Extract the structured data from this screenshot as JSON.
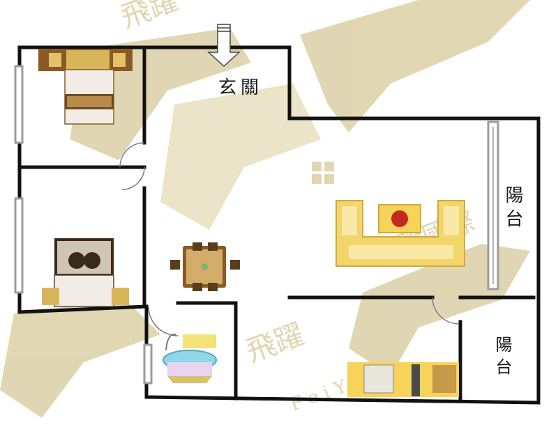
{
  "labels": {
    "entrance": "玄關",
    "balcony_main": "陽台",
    "balcony_service": "陽台"
  },
  "watermark": {
    "brand_cn": "飛躍",
    "brand_cn_2": "飛躍國際",
    "brand_en": "F e i Y u e"
  },
  "colors": {
    "wall": "#111111",
    "watermark": "#d8c99a",
    "sofa": "#f3d66a",
    "sofa_edge": "#d1a93a",
    "rug": "#f6d45a",
    "bed_wood": "#8a5a24",
    "window_frame": "#9c9c9c",
    "bath_tub": "#8fd6e6"
  }
}
